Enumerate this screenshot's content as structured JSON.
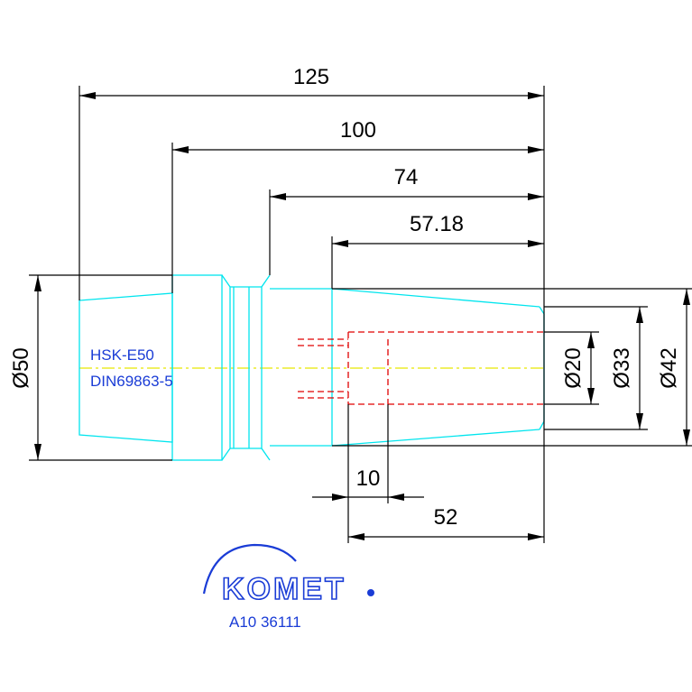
{
  "dimensions": {
    "overall_length": "125",
    "taper_length": "100",
    "groove_length": "74",
    "front_length": "57.18",
    "bore_offset": "10",
    "bore_depth": "52",
    "shank_diameter": "Ø50",
    "bore_diameter": "Ø20",
    "nose_inner_diameter": "Ø33",
    "nose_outer_diameter": "Ø42"
  },
  "part_label": {
    "line1": "HSK-E50",
    "line2": "DIN69863-5"
  },
  "brand": {
    "name": "KOMET",
    "article_number": "A10 36111"
  },
  "colors": {
    "outline": "#00e5ee",
    "hidden_lines": "#e00000",
    "centerline": "#e8e800",
    "dimensions": "#000000",
    "label": "#1a3cd6",
    "brand": "#1a3cd6"
  }
}
